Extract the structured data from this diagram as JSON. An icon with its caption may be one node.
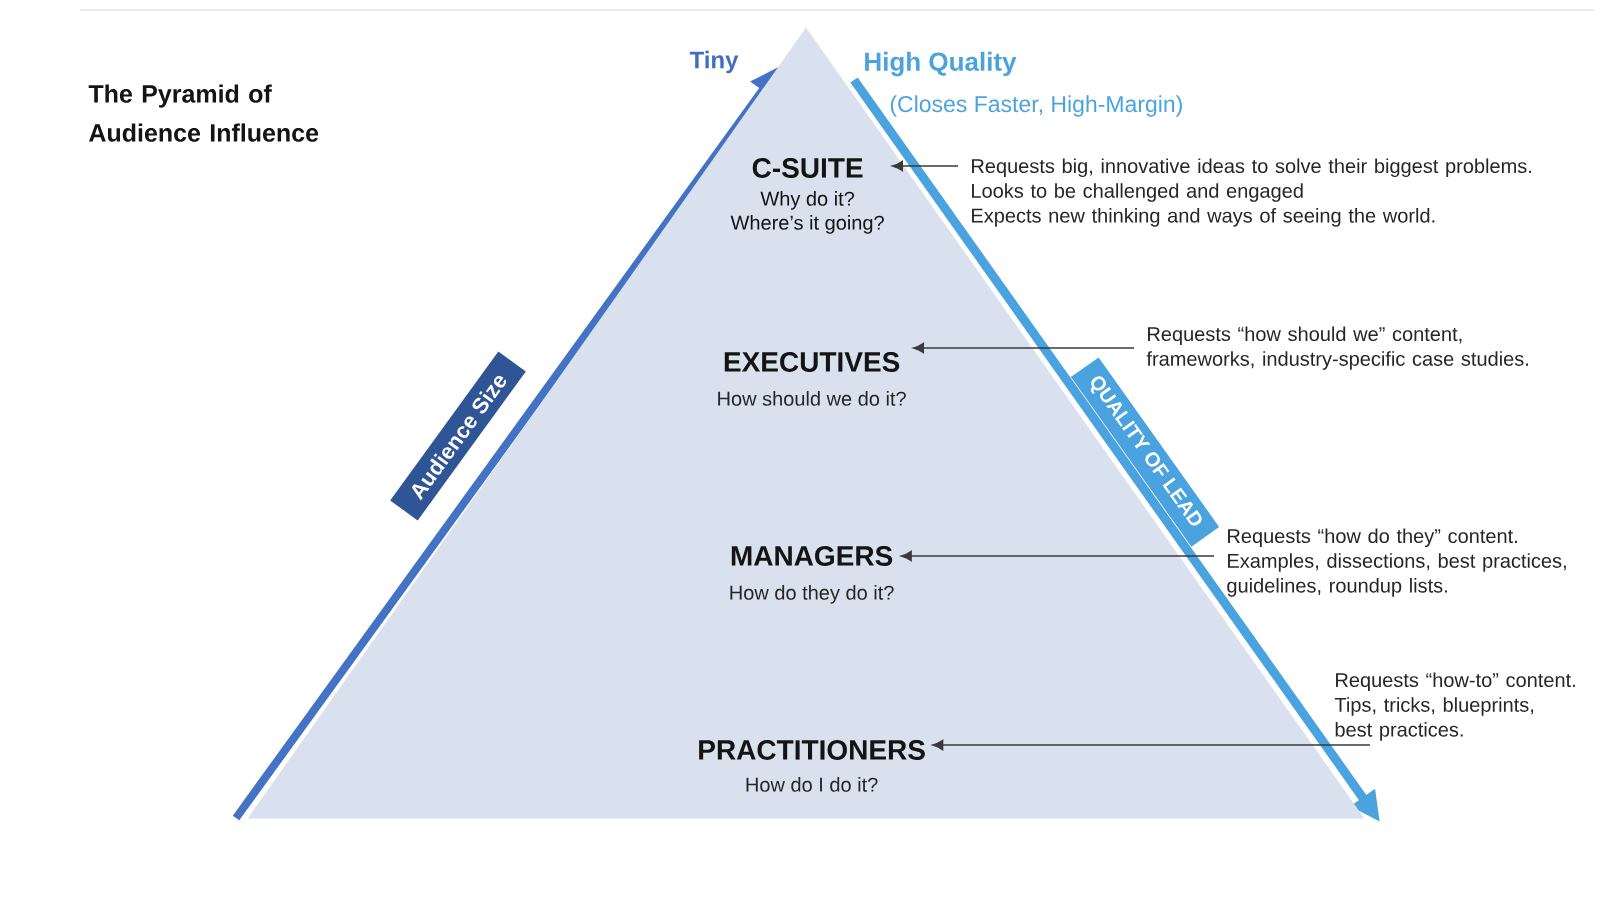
{
  "diagram": {
    "title": "The Pyramid of Audience Influence",
    "nodes": [
      {
        "text": [],
        "shape": "triangle"
      },
      {
        "text": [
          "C-SUITE",
          "Why do it? Where’s it going?"
        ],
        "in": 0
      },
      {
        "text": [
          "EXECUTIVES",
          "How should we do it?"
        ],
        "in": 0
      },
      {
        "text": [
          "MANAGERS",
          "How do they do it?"
        ],
        "in": 0
      },
      {
        "text": [
          "PRACTITIONERS",
          "How do I do it?"
        ],
        "in": 0
      },
      {
        "text": [
          "Requests big, innovative ideas to solve their biggest problems.",
          "Looks to be challenged and engaged",
          "Expects new thinking and ways of seeing the world."
        ]
      },
      {
        "text": [
          "Requests “how should we” content, frameworks, industry-specific case studies."
        ]
      },
      {
        "text": [
          "Requests “how do they” content.",
          "Examples, dissections, best practices, guidelines, roundup lists."
        ]
      },
      {
        "text": [
          "Requests “how-to” content.",
          "Tips, tricks, blueprints, best practices."
        ]
      },
      {
        "text": [
          "Audience Size"
        ]
      },
      {
        "text": [
          "QUALITY OF LEAD"
        ]
      }
    ],
    "edges": [
      {
        "from": 5,
        "to": 1,
        "arrow": "to"
      },
      {
        "from": 6,
        "to": 2,
        "arrow": "to"
      },
      {
        "from": 7,
        "to": 3,
        "arrow": "to"
      },
      {
        "from": 8,
        "to": 4,
        "arrow": "to"
      }
    ],
    "labels": [
      "Tiny",
      "High Quality",
      "(Closes Faster, High-Margin)"
    ]
  }
}
